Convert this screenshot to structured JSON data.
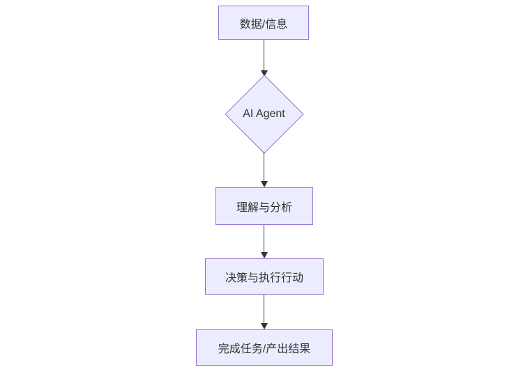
{
  "diagram": {
    "type": "flowchart",
    "direction": "top-down",
    "colors": {
      "node_fill": "#ECECFF",
      "node_border": "#9370DB",
      "text_color": "#333333",
      "arrow_color": "#333333",
      "background": "#FFFFFF"
    },
    "nodes": [
      {
        "id": "data",
        "shape": "rectangle",
        "label": "数据/信息"
      },
      {
        "id": "agent",
        "shape": "diamond",
        "label": "AI Agent"
      },
      {
        "id": "understand",
        "shape": "rectangle",
        "label": "理解与分析"
      },
      {
        "id": "decide",
        "shape": "rectangle",
        "label": "决策与执行行动"
      },
      {
        "id": "result",
        "shape": "rectangle",
        "label": "完成任务/产出结果"
      }
    ],
    "edges": [
      {
        "from": "data",
        "to": "agent"
      },
      {
        "from": "agent",
        "to": "understand"
      },
      {
        "from": "understand",
        "to": "decide"
      },
      {
        "from": "decide",
        "to": "result"
      }
    ]
  }
}
